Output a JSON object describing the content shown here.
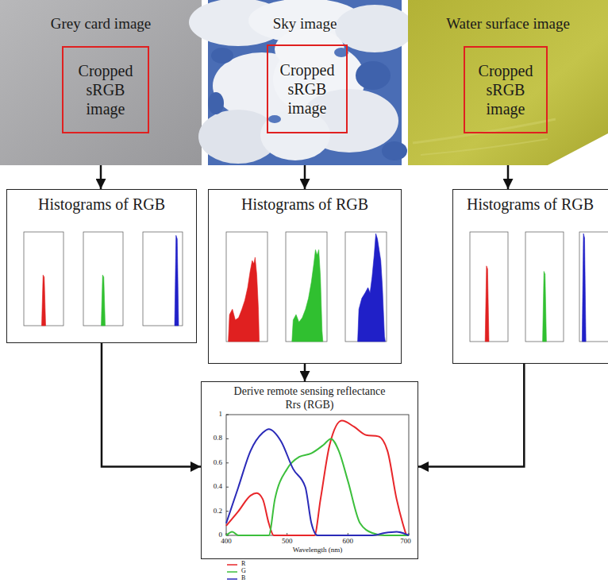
{
  "diagram": {
    "nodes": [
      {
        "text": [
          "Grey card image"
        ]
      },
      {
        "text": [
          "Cropped sRGB image"
        ],
        "in": 0
      },
      {
        "text": [
          "Sky image"
        ]
      },
      {
        "text": [
          "Cropped sRGB image"
        ],
        "in": 2
      },
      {
        "text": [
          "Water surface image"
        ]
      },
      {
        "text": [
          "Cropped sRGB image"
        ],
        "in": 4
      },
      {
        "text": [
          "Histograms of RGB"
        ]
      },
      {
        "text": [
          "Histograms of RGB"
        ]
      },
      {
        "text": [
          "Histograms of RGB"
        ]
      },
      {
        "text": [
          "Derive remote sensing reflectance Rrs (RGB)"
        ]
      }
    ],
    "edges": [
      {
        "from": 0,
        "to": 6,
        "arrow": "to"
      },
      {
        "from": 2,
        "to": 7,
        "arrow": "to"
      },
      {
        "from": 4,
        "to": 8,
        "arrow": "to"
      },
      {
        "from": 6,
        "to": 9,
        "arrow": "to"
      },
      {
        "from": 7,
        "to": 9,
        "arrow": "to"
      },
      {
        "from": 8,
        "to": 9,
        "arrow": "to"
      }
    ],
    "labels": [
      "1",
      "0.8",
      "0.6",
      "0.4",
      "0.2",
      "0",
      "400",
      "500",
      "600",
      "700",
      "Wavelength (nm)"
    ],
    "legend": [
      {
        "text": "R"
      },
      {
        "text": "G"
      },
      {
        "text": "B"
      }
    ]
  }
}
